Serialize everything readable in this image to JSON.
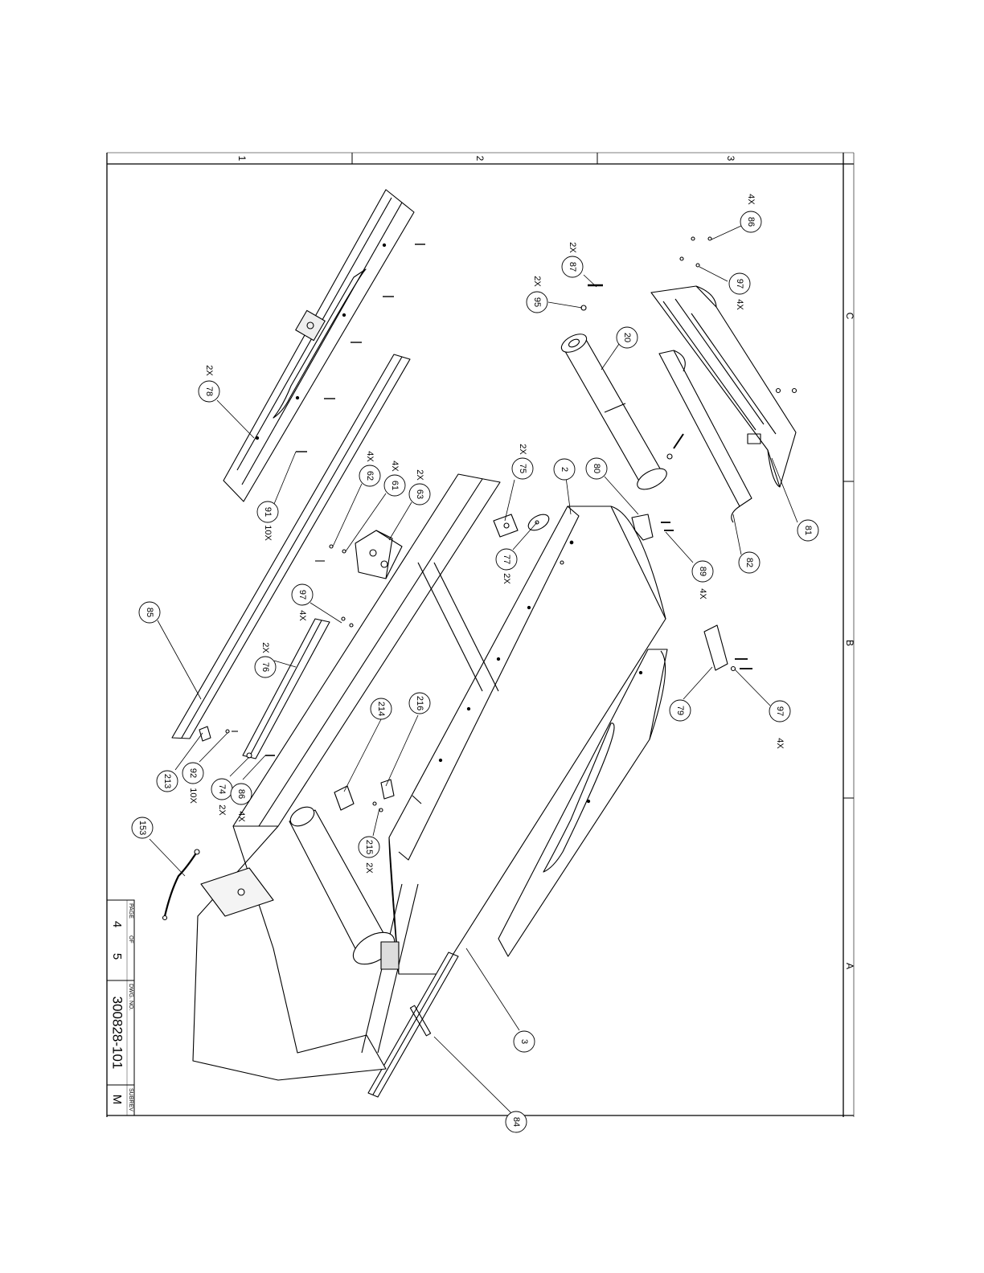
{
  "zones": {
    "columns": [
      "1",
      "2",
      "3"
    ],
    "rows": [
      "C",
      "B",
      "A"
    ]
  },
  "title_block": {
    "page_caption": "PAGE",
    "of_caption": "OF",
    "page": "4",
    "of": "5",
    "dwg_caption": "DWG. NO.",
    "dwg_no": "300828-101",
    "subrev_caption": "SUBREV",
    "subrev": "M"
  },
  "balloons": [
    {
      "id": "86",
      "qty": "4X"
    },
    {
      "id": "87",
      "qty": "2X"
    },
    {
      "id": "95",
      "qty": "2X"
    },
    {
      "id": "97",
      "qty": "4X"
    },
    {
      "id": "20",
      "qty": ""
    },
    {
      "id": "78",
      "qty": "2X"
    },
    {
      "id": "91",
      "qty": "10X"
    },
    {
      "id": "62",
      "qty": "4X"
    },
    {
      "id": "61",
      "qty": "4X"
    },
    {
      "id": "63",
      "qty": "2X"
    },
    {
      "id": "75",
      "qty": "2X"
    },
    {
      "id": "2",
      "qty": ""
    },
    {
      "id": "80",
      "qty": ""
    },
    {
      "id": "81",
      "qty": ""
    },
    {
      "id": "82",
      "qty": ""
    },
    {
      "id": "89",
      "qty": "4X"
    },
    {
      "id": "77",
      "qty": "2X"
    },
    {
      "id": "85",
      "qty": ""
    },
    {
      "id": "97",
      "qty": "4X"
    },
    {
      "id": "76",
      "qty": "2X"
    },
    {
      "id": "79",
      "qty": ""
    },
    {
      "id": "97",
      "qty": "4X"
    },
    {
      "id": "214",
      "qty": ""
    },
    {
      "id": "216",
      "qty": ""
    },
    {
      "id": "213",
      "qty": ""
    },
    {
      "id": "92",
      "qty": "10X"
    },
    {
      "id": "74",
      "qty": "2X"
    },
    {
      "id": "86",
      "qty": "4X"
    },
    {
      "id": "215",
      "qty": "2X"
    },
    {
      "id": "153",
      "qty": ""
    },
    {
      "id": "3",
      "qty": ""
    },
    {
      "id": "84",
      "qty": ""
    }
  ]
}
